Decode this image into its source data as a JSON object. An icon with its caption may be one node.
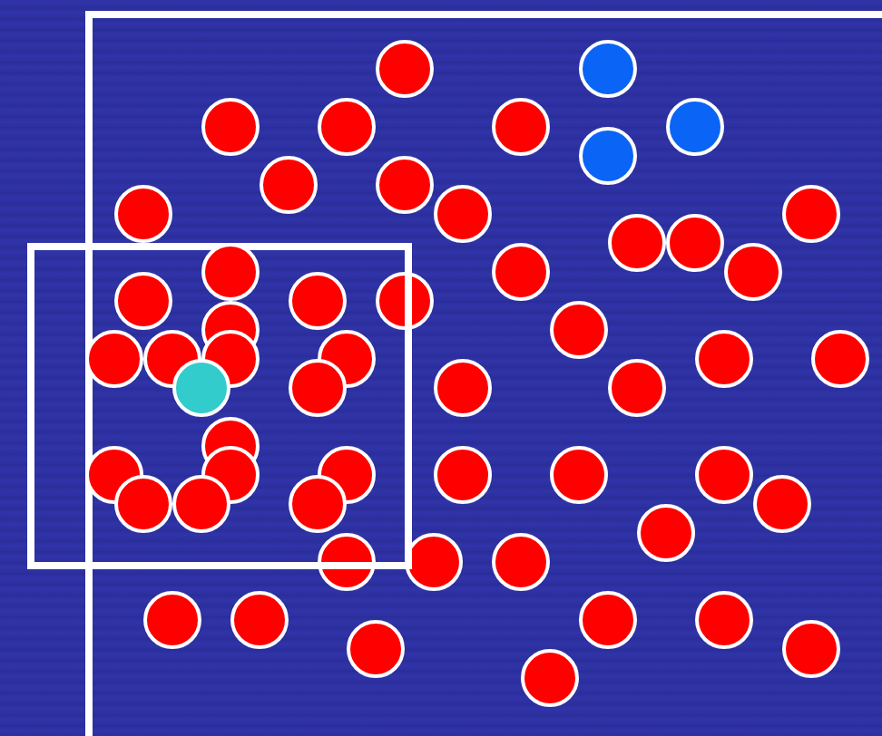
{
  "diagram": {
    "nodes": [
      {
        "text": [],
        "shape": "box"
      },
      {
        "text": [],
        "shape": "box"
      },
      {
        "text": [],
        "shape": "circle",
        "in": 0
      },
      {
        "text": [],
        "shape": "circle",
        "in": 0
      },
      {
        "text": [],
        "shape": "circle",
        "in": 0
      },
      {
        "text": [],
        "shape": "circle",
        "in": 0
      },
      {
        "text": [],
        "shape": "circle",
        "in": 0
      },
      {
        "text": [],
        "shape": "circle",
        "in": 0
      },
      {
        "text": [],
        "shape": "circle",
        "in": 0
      },
      {
        "text": [],
        "shape": "circle",
        "in": 0
      },
      {
        "text": [],
        "shape": "circle",
        "in": 0
      },
      {
        "text": [],
        "shape": "circle",
        "in": 0
      },
      {
        "text": [],
        "shape": "circle",
        "in": 0
      },
      {
        "text": [],
        "shape": "circle",
        "in": 0
      },
      {
        "text": [],
        "shape": "circle",
        "in": 0
      },
      {
        "text": [],
        "shape": "circle",
        "in": 0
      },
      {
        "text": [],
        "shape": "circle",
        "in": 1
      },
      {
        "text": [],
        "shape": "circle",
        "in": 0
      },
      {
        "text": [],
        "shape": "circle",
        "in": 0
      },
      {
        "text": [],
        "shape": "circle",
        "in": 1
      },
      {
        "text": [],
        "shape": "circle",
        "in": 1
      },
      {
        "text": [],
        "shape": "circle",
        "in": 0
      },
      {
        "text": [],
        "shape": "circle",
        "in": 1
      },
      {
        "text": [],
        "shape": "circle",
        "in": 0
      },
      {
        "text": [],
        "shape": "circle",
        "in": 1
      },
      {
        "text": [],
        "shape": "circle",
        "in": 1
      },
      {
        "text": [],
        "shape": "circle",
        "in": 1
      },
      {
        "text": [],
        "shape": "circle",
        "in": 1
      },
      {
        "text": [],
        "shape": "circle",
        "in": 0
      },
      {
        "text": [],
        "shape": "circle",
        "in": 0
      },
      {
        "text": [],
        "shape": "circle",
        "in": 1
      },
      {
        "text": [],
        "shape": "circle",
        "in": 1
      },
      {
        "text": [],
        "shape": "circle",
        "in": 0
      },
      {
        "text": [],
        "shape": "circle",
        "in": 0
      },
      {
        "text": [],
        "shape": "circle",
        "in": 1
      },
      {
        "text": [],
        "shape": "circle",
        "in": 1
      },
      {
        "text": [],
        "shape": "circle",
        "in": 1
      },
      {
        "text": [],
        "shape": "circle",
        "in": 1
      },
      {
        "text": [],
        "shape": "circle",
        "in": 0
      },
      {
        "text": [],
        "shape": "circle",
        "in": 0
      },
      {
        "text": [],
        "shape": "circle",
        "in": 0
      },
      {
        "text": [],
        "shape": "circle",
        "in": 1
      },
      {
        "text": [],
        "shape": "circle",
        "in": 1
      },
      {
        "text": [],
        "shape": "circle",
        "in": 1
      },
      {
        "text": [],
        "shape": "circle",
        "in": 0
      },
      {
        "text": [],
        "shape": "circle",
        "in": 0
      },
      {
        "text": [],
        "shape": "circle",
        "in": 0
      },
      {
        "text": [],
        "shape": "circle",
        "in": 0
      },
      {
        "text": [],
        "shape": "circle",
        "in": 0
      },
      {
        "text": [],
        "shape": "circle",
        "in": 0
      },
      {
        "text": [],
        "shape": "circle",
        "in": 0
      },
      {
        "text": [],
        "shape": "circle",
        "in": 0
      },
      {
        "text": [],
        "shape": "circle",
        "in": 0
      },
      {
        "text": [],
        "shape": "circle",
        "in": 0
      },
      {
        "text": [],
        "shape": "circle",
        "in": 0
      },
      {
        "text": [],
        "shape": "circle",
        "in": 0
      }
    ]
  }
}
